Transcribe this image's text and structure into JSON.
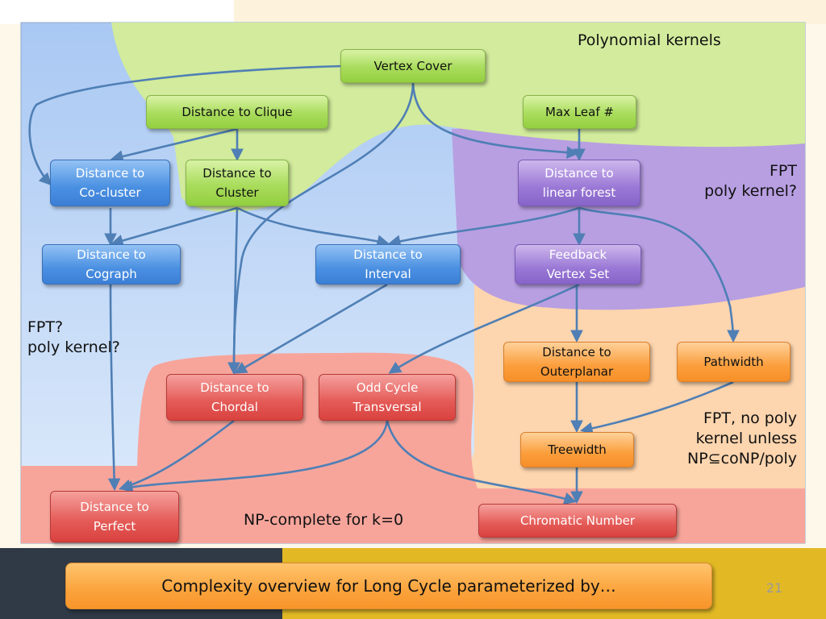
{
  "regions": {
    "polynomial_kernels": "Polynomial kernels",
    "fpt_poly_kernel": "FPT\npoly kernel?",
    "fpt_question": "FPT?\npoly kernel?",
    "fpt_no_poly": "FPT, no poly\nkernel unless\nNP⊆coNP/poly",
    "np_complete": "NP-complete for k=0"
  },
  "nodes": {
    "vertex_cover": "Vertex Cover",
    "distance_to_clique": "Distance to Clique",
    "max_leaf": "Max Leaf #",
    "distance_to_co_cluster": "Distance to\nCo-cluster",
    "distance_to_cluster": "Distance to\nCluster",
    "distance_to_linear_forest": "Distance to\nlinear forest",
    "distance_to_cograph": "Distance to\nCograph",
    "distance_to_interval": "Distance to\nInterval",
    "feedback_vertex_set": "Feedback\nVertex Set",
    "distance_to_outerplanar": "Distance to\nOuterplanar",
    "pathwidth": "Pathwidth",
    "distance_to_chordal": "Distance to\nChordal",
    "odd_cycle_transversal": "Odd Cycle\nTransversal",
    "treewidth": "Treewidth",
    "distance_to_perfect": "Distance to\nPerfect",
    "chromatic_number": "Chromatic Number"
  },
  "footer": {
    "title": "Complexity overview for Long Cycle parameterized by…",
    "page_number": "21"
  },
  "colors": {
    "green_region": "#d2eb9c",
    "blue_region": "#bcd6f7",
    "purple_region": "#b89fe2",
    "orange_region": "#fdd5ae",
    "red_region": "#f7a59b",
    "edge": "#4f7fb5"
  }
}
